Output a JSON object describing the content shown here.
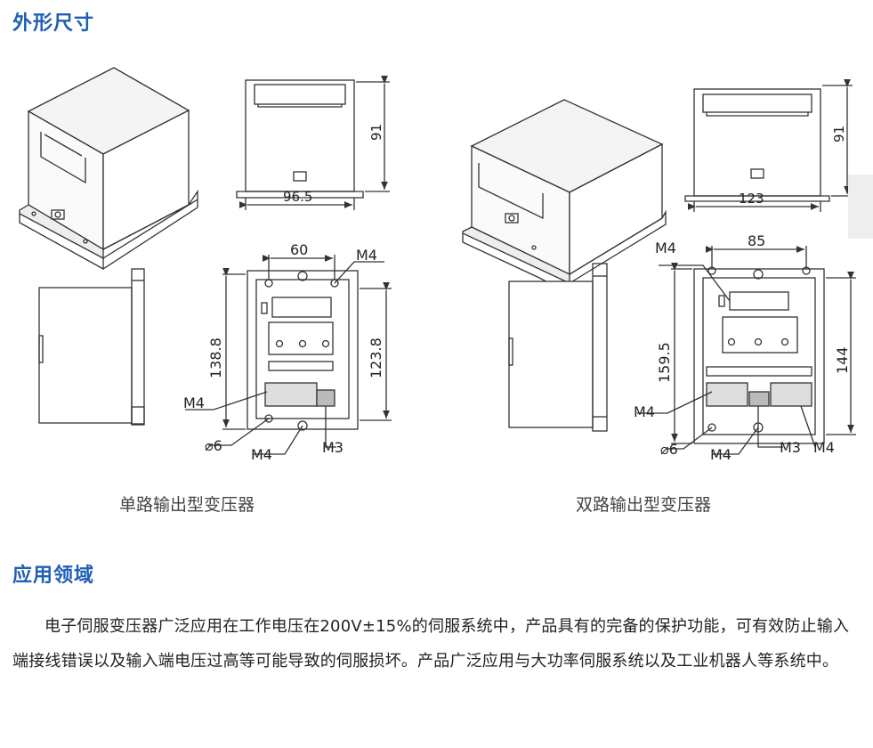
{
  "sections": {
    "dimensions_title": "外形尺寸",
    "applications_title": "应用领域"
  },
  "captions": {
    "single": "单路输出型变压器",
    "dual": "双路输出型变压器"
  },
  "single": {
    "width": "96.5",
    "height": "91",
    "hole_spacing": "60",
    "total_height": "138.8",
    "inner_height": "123.8",
    "screw_top": "M4",
    "screw_left": "M4",
    "screw_bottom": "M4",
    "screw_m3": "M3",
    "hole_dia": "⌀6"
  },
  "dual": {
    "width": "123",
    "height": "91",
    "hole_spacing": "85",
    "total_height": "159.5",
    "inner_height": "144",
    "screw_top": "M4",
    "screw_left": "M4",
    "screw_bottom": "M4",
    "screw_m3": "M3",
    "screw_right": "M4",
    "hole_dia": "⌀6"
  },
  "applications_text": "电子伺服变压器广泛应用在工作电压在200V±15%的伺服系统中，产品具有的完备的保护功能，可有效防止输入端接线错误以及输入端电压过高等可能导致的伺服损坏。产品广泛应用与大功率伺服系统以及工业机器人等系统中。"
}
